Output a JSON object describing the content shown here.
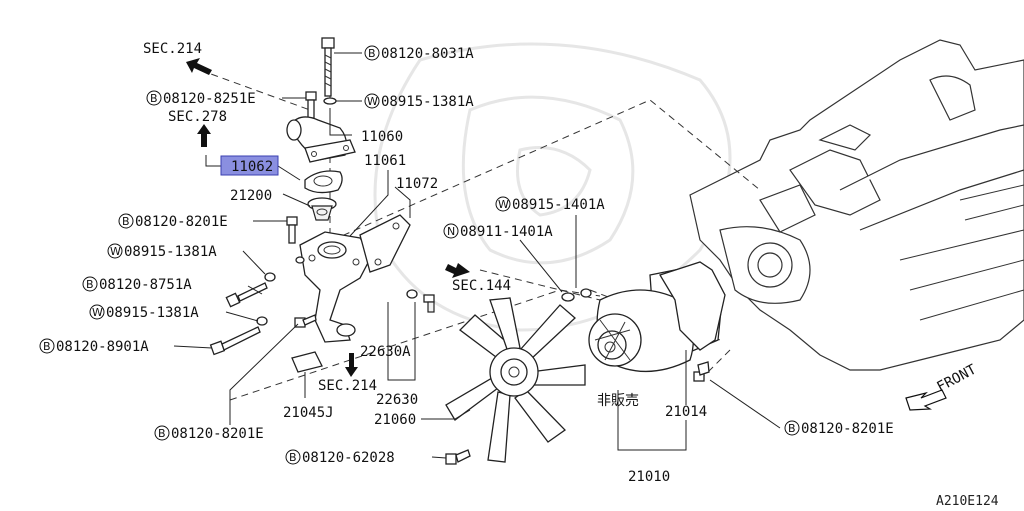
{
  "diagram_id": "A210E124",
  "highlight_color": "#8a8fe0",
  "labels": {
    "sec214_top": "SEC.214",
    "sec278": "SEC.278",
    "sec144": "SEC.144",
    "sec214_bottom": "SEC.214",
    "front": "FRONT",
    "not_for_sale": "非販売"
  },
  "parts": {
    "p11060": "11060",
    "p11061": "11061",
    "p11062": "11062",
    "p11072": "11072",
    "p21200": "21200",
    "p22630A": "22630A",
    "p22630": "22630",
    "p21045J": "21045J",
    "p21060": "21060",
    "p21014": "21014",
    "p21010": "21010"
  },
  "fasteners": [
    {
      "prefix": "B",
      "code": "08120-8031A"
    },
    {
      "prefix": "B",
      "code": "08120-8251E"
    },
    {
      "prefix": "W",
      "code": "08915-1381A"
    },
    {
      "prefix": "B",
      "code": "08120-8201E"
    },
    {
      "prefix": "W",
      "code": "08915-1381A"
    },
    {
      "prefix": "B",
      "code": "08120-8751A"
    },
    {
      "prefix": "W",
      "code": "08915-1381A"
    },
    {
      "prefix": "B",
      "code": "08120-8901A"
    },
    {
      "prefix": "B",
      "code": "08120-8201E"
    },
    {
      "prefix": "W",
      "code": "08915-1401A"
    },
    {
      "prefix": "N",
      "code": "08911-1401A"
    },
    {
      "prefix": "B",
      "code": "08120-8201E"
    },
    {
      "prefix": "B",
      "code": "08120-62028"
    }
  ]
}
